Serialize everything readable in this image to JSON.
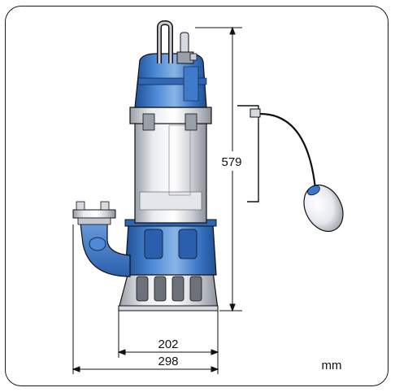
{
  "dimensions": {
    "height": "579",
    "inner_width": "202",
    "outer_width": "298"
  },
  "unit": "mm",
  "colors": {
    "frame": "#1a1a1a",
    "pump_blue": "#3b78c8",
    "pump_blue_dark": "#1f4f95",
    "pump_blue_light": "#8ab4e6",
    "steel": "#c9ccd2",
    "steel_light": "#eef0f3",
    "steel_dark": "#8c9099",
    "line": "#111111"
  },
  "icons": {
    "pump": "submersible-pump-drawing",
    "float": "float-switch-drawing"
  }
}
